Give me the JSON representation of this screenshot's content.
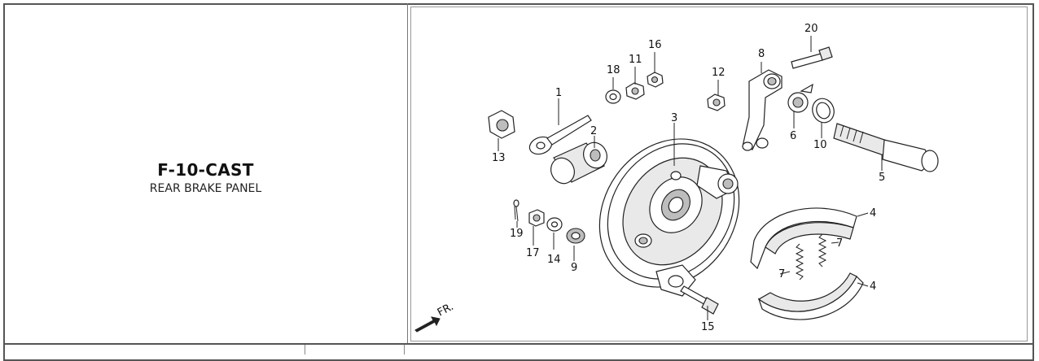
{
  "part": {
    "code": "F-10-CAST",
    "name": "REAR BRAKE PANEL"
  },
  "diagram": {
    "direction_label": "FR.",
    "callouts": [
      "1",
      "2",
      "3",
      "4",
      "4",
      "5",
      "6",
      "7",
      "7",
      "8",
      "9",
      "10",
      "11",
      "12",
      "13",
      "14",
      "15",
      "16",
      "17",
      "18",
      "19",
      "20"
    ]
  },
  "colors": {
    "border": "#555555",
    "ink": "#222222",
    "shade": "#bdbdbd"
  }
}
